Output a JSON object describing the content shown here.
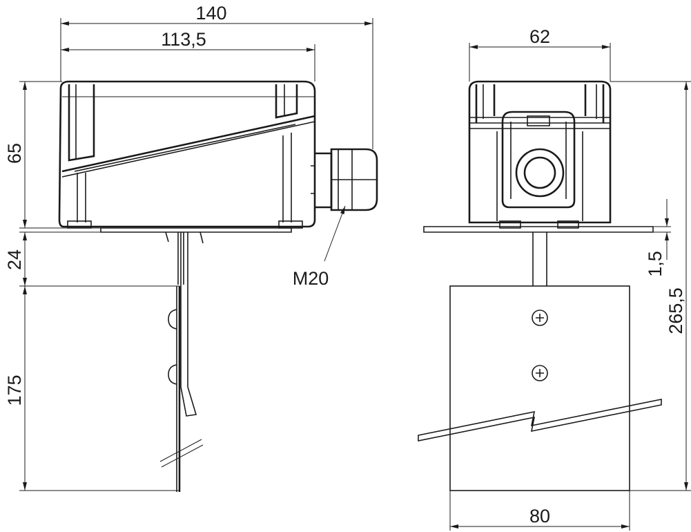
{
  "dimensions": {
    "total_width": "140",
    "housing_width": "113,5",
    "housing_height": "65",
    "neck_height": "24",
    "blade_length": "175",
    "front_width": "62",
    "plate_thickness": "1,5",
    "total_height": "265,5",
    "blade_width": "80"
  },
  "callouts": {
    "cable_gland": "M20"
  }
}
